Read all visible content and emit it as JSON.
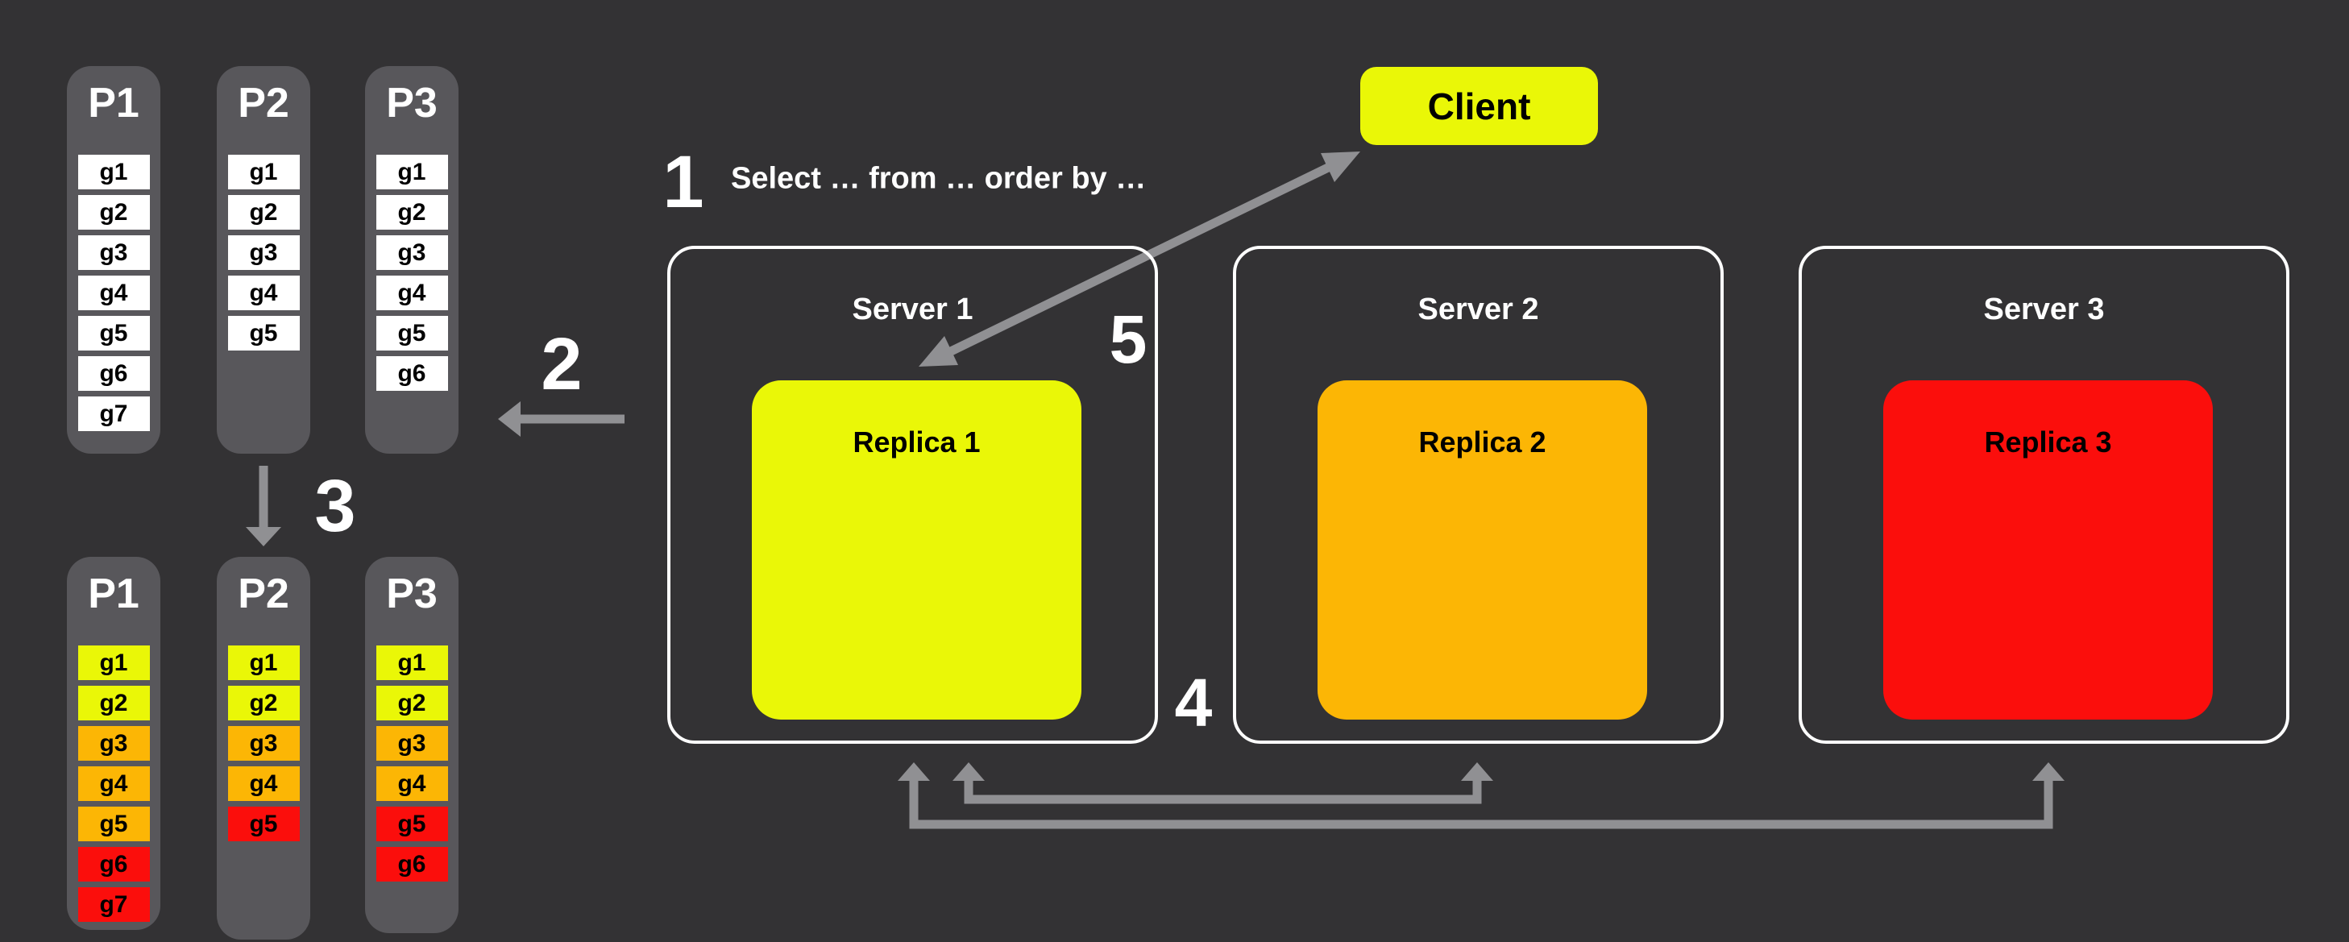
{
  "steps": {
    "s1": "1",
    "s2": "2",
    "s3": "3",
    "s4": "4",
    "s5": "5"
  },
  "query_label": "Select … from … order by …",
  "client_label": "Client",
  "servers": [
    {
      "name": "Server 1",
      "replica": {
        "name": "Replica 1",
        "color": "#eaf707"
      }
    },
    {
      "name": "Server 2",
      "replica": {
        "name": "Replica 2",
        "color": "#fcb605"
      }
    },
    {
      "name": "Server 3",
      "replica": {
        "name": "Replica 3",
        "color": "#fb0e0c"
      }
    }
  ],
  "partitions_before": [
    {
      "label": "P1",
      "cells": [
        {
          "label": "g1",
          "bg": "#ffffff"
        },
        {
          "label": "g2",
          "bg": "#ffffff"
        },
        {
          "label": "g3",
          "bg": "#ffffff"
        },
        {
          "label": "g4",
          "bg": "#ffffff"
        },
        {
          "label": "g5",
          "bg": "#ffffff"
        },
        {
          "label": "g6",
          "bg": "#ffffff"
        },
        {
          "label": "g7",
          "bg": "#ffffff"
        }
      ]
    },
    {
      "label": "P2",
      "cells": [
        {
          "label": "g1",
          "bg": "#ffffff"
        },
        {
          "label": "g2",
          "bg": "#ffffff"
        },
        {
          "label": "g3",
          "bg": "#ffffff"
        },
        {
          "label": "g4",
          "bg": "#ffffff"
        },
        {
          "label": "g5",
          "bg": "#ffffff"
        }
      ]
    },
    {
      "label": "P3",
      "cells": [
        {
          "label": "g1",
          "bg": "#ffffff"
        },
        {
          "label": "g2",
          "bg": "#ffffff"
        },
        {
          "label": "g3",
          "bg": "#ffffff"
        },
        {
          "label": "g4",
          "bg": "#ffffff"
        },
        {
          "label": "g5",
          "bg": "#ffffff"
        },
        {
          "label": "g6",
          "bg": "#ffffff"
        }
      ]
    }
  ],
  "partitions_after": [
    {
      "label": "P1",
      "cells": [
        {
          "label": "g1",
          "bg": "#eaf707"
        },
        {
          "label": "g2",
          "bg": "#eaf707"
        },
        {
          "label": "g3",
          "bg": "#fcb605"
        },
        {
          "label": "g4",
          "bg": "#fcb605"
        },
        {
          "label": "g5",
          "bg": "#fcb605"
        },
        {
          "label": "g6",
          "bg": "#fb0e0c"
        },
        {
          "label": "g7",
          "bg": "#fb0e0c"
        }
      ]
    },
    {
      "label": "P2",
      "cells": [
        {
          "label": "g1",
          "bg": "#eaf707"
        },
        {
          "label": "g2",
          "bg": "#eaf707"
        },
        {
          "label": "g3",
          "bg": "#fcb605"
        },
        {
          "label": "g4",
          "bg": "#fcb605"
        },
        {
          "label": "g5",
          "bg": "#fb0e0c"
        }
      ]
    },
    {
      "label": "P3",
      "cells": [
        {
          "label": "g1",
          "bg": "#eaf707"
        },
        {
          "label": "g2",
          "bg": "#eaf707"
        },
        {
          "label": "g3",
          "bg": "#fcb605"
        },
        {
          "label": "g4",
          "bg": "#fcb605"
        },
        {
          "label": "g5",
          "bg": "#fb0e0c"
        },
        {
          "label": "g6",
          "bg": "#fb0e0c"
        }
      ]
    }
  ],
  "colors": {
    "background": "#333234",
    "column_bg": "#58575b",
    "arrow": "#909093",
    "yellow": "#eaf707",
    "orange": "#fcb605",
    "red": "#fb0e0c"
  }
}
